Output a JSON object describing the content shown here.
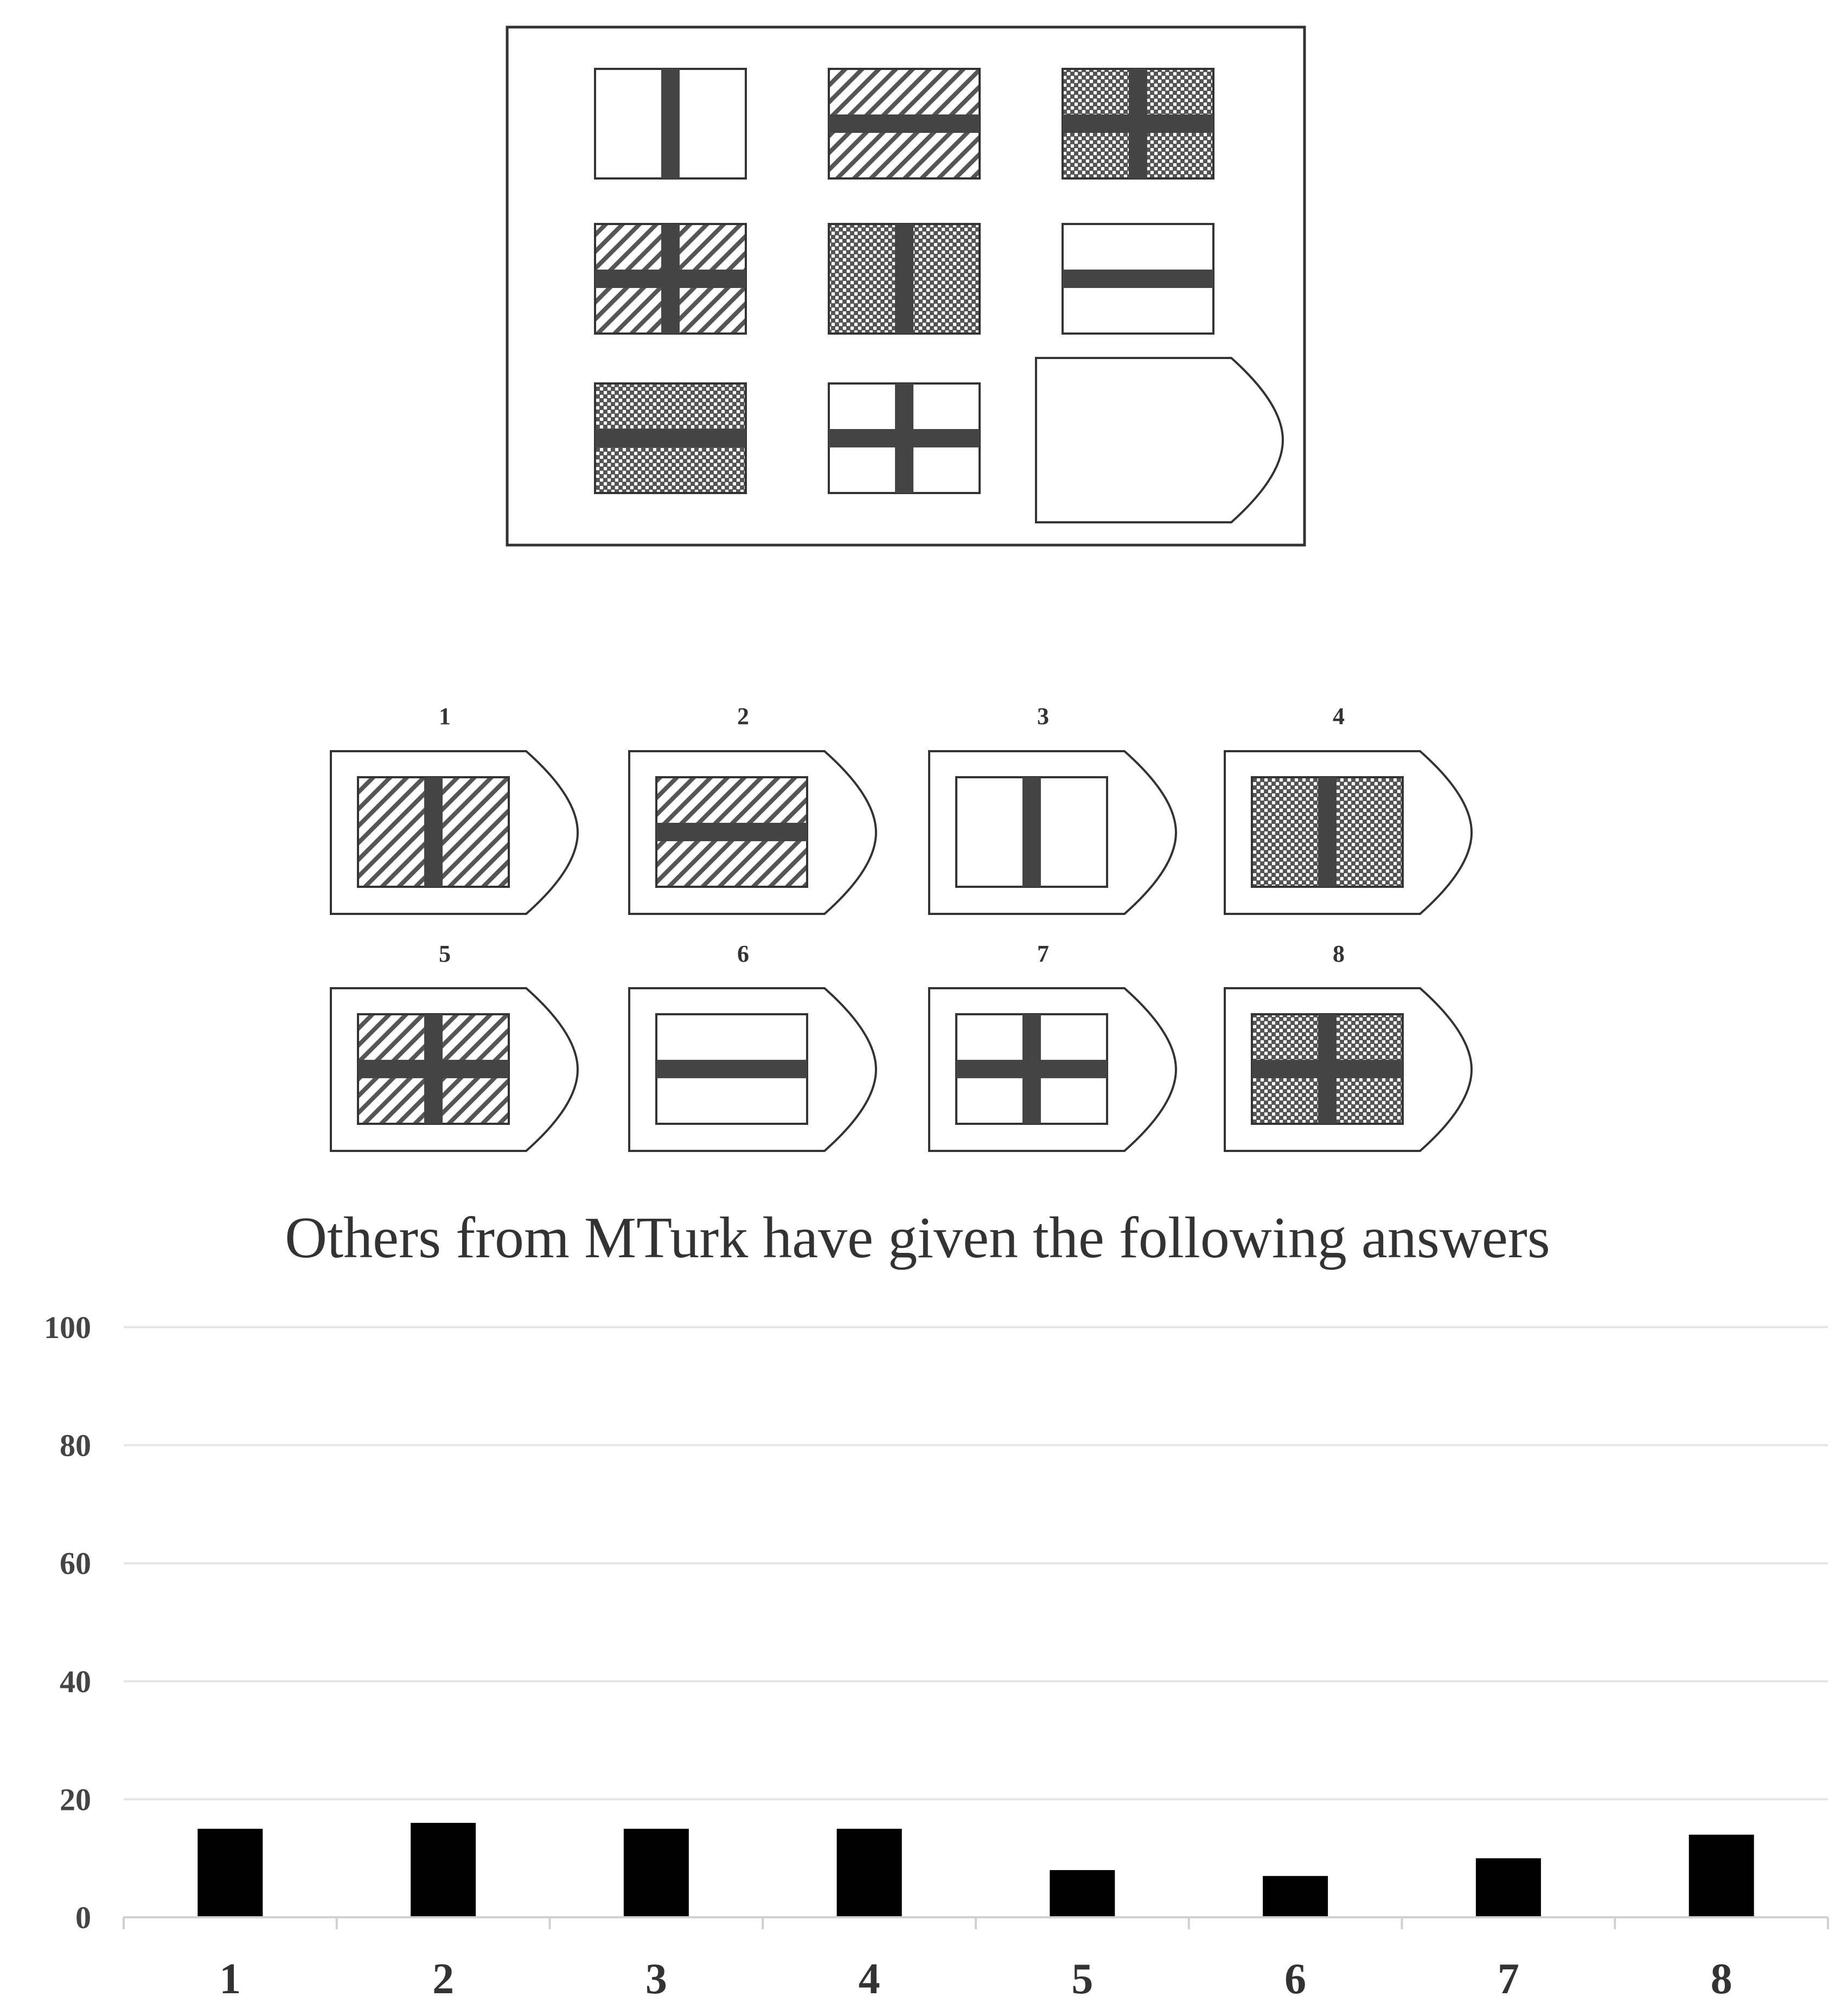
{
  "puzzle": {
    "matrix": [
      {
        "fill": "white",
        "bar": "vertical"
      },
      {
        "fill": "hatch",
        "bar": "horizontal"
      },
      {
        "fill": "dots",
        "bar": "cross"
      },
      {
        "fill": "hatch",
        "bar": "cross"
      },
      {
        "fill": "dots",
        "bar": "vertical"
      },
      {
        "fill": "white",
        "bar": "horizontal"
      },
      {
        "fill": "dots",
        "bar": "horizontal"
      },
      {
        "fill": "white",
        "bar": "cross"
      },
      {
        "fill": "answer-slot",
        "bar": "none"
      }
    ],
    "options": [
      {
        "label": "1",
        "fill": "hatch",
        "bar": "vertical"
      },
      {
        "label": "2",
        "fill": "hatch",
        "bar": "horizontal"
      },
      {
        "label": "3",
        "fill": "white",
        "bar": "vertical"
      },
      {
        "label": "4",
        "fill": "dots",
        "bar": "vertical"
      },
      {
        "label": "5",
        "fill": "hatch",
        "bar": "cross"
      },
      {
        "label": "6",
        "fill": "white",
        "bar": "horizontal"
      },
      {
        "label": "7",
        "fill": "white",
        "bar": "cross"
      },
      {
        "label": "8",
        "fill": "dots",
        "bar": "cross"
      }
    ]
  },
  "chart_data": {
    "type": "bar",
    "title": "Others from MTurk have given the following answers",
    "categories": [
      "1",
      "2",
      "3",
      "4",
      "5",
      "6",
      "7",
      "8"
    ],
    "values": [
      15,
      16,
      15,
      15,
      8,
      7,
      10,
      14
    ],
    "ylim": [
      0,
      100
    ],
    "yticks": [
      0,
      20,
      40,
      60,
      80,
      100
    ],
    "xlabel": "",
    "ylabel": "",
    "grid": true,
    "bar_color": "#000000",
    "grid_color": "#e6e6e6"
  }
}
